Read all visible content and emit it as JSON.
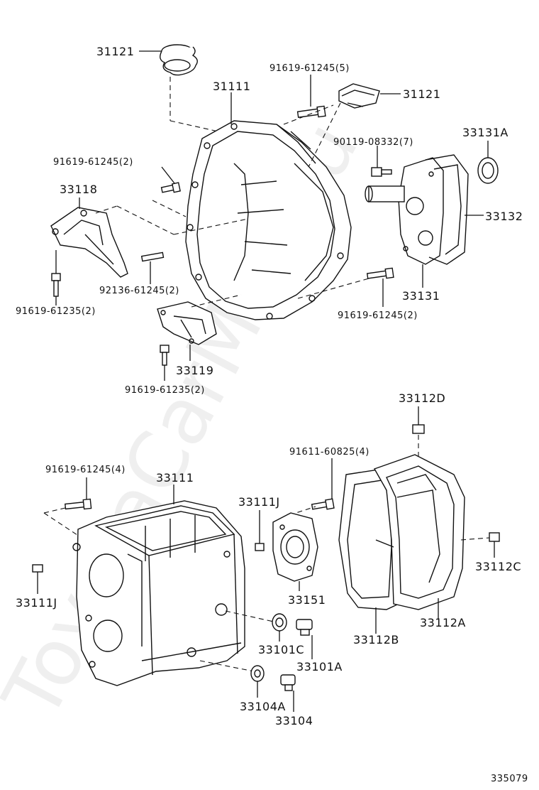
{
  "watermark": "ToyotaCarMan.ru",
  "figure_number": "335079",
  "parts": {
    "p31121_top": "31121",
    "p31111_top": "31111",
    "p91619_61245_5": "91619-61245(5)",
    "p31121_right": "31121",
    "p33131A": "33131A",
    "p90119_08332_7": "90119-08332(7)",
    "p91619_61245_2_left": "91619-61245(2)",
    "p33118": "33118",
    "p33132": "33132",
    "p33131": "33131",
    "p92136_61245_2": "92136-61245(2)",
    "p91619_61235_2_left": "91619-61235(2)",
    "p91619_61245_2_right": "91619-61245(2)",
    "p33119": "33119",
    "p91619_61235_2_bottom": "91619-61235(2)",
    "p33112D": "33112D",
    "p91611_60825_4": "91611-60825(4)",
    "p91619_61245_4": "91619-61245(4)",
    "p31111_bottom": "33111",
    "p33111J_mid": "33111J",
    "p33112C": "33112C",
    "p33111J_left": "33111J",
    "p33151": "33151",
    "p33112A": "33112A",
    "p33112B": "33112B",
    "p33101C": "33101C",
    "p33101A": "33101A",
    "p33104A": "33104A",
    "p33104": "33104"
  }
}
